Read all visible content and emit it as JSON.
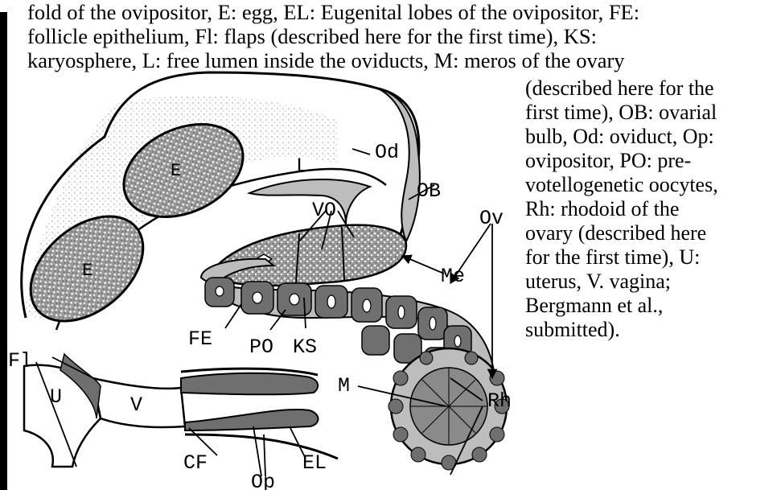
{
  "caption_top": [
    "fold of the ovipositor, E: egg, EL: Eugenital lobes of the ovipositor, FE:",
    "follicle epithelium, Fl: flaps (described here for the first time), KS:",
    "karyosphere, L: free lumen inside the oviducts, M: meros of the ovary"
  ],
  "caption_side": [
    "(described here for the",
    "first time), OB: ovarial",
    "bulb, Od: oviduct, Op:",
    "ovipositor, PO: pre-",
    "votellogenetic oocytes,",
    "Rh: rhodoid of the",
    "ovary (described here",
    "for the first time), U:",
    "uterus, V. vagina;",
    "Bergmann et al.,",
    "submitted)."
  ],
  "figure_labels": {
    "Od": "Od",
    "L": "L",
    "OB": "OB",
    "VO": "VO",
    "Ov": "Ov",
    "Me": "Me",
    "E1": "E",
    "E2": "E",
    "FE": "FE",
    "PO": "PO",
    "KS": "KS",
    "Fl": "Fl",
    "U": "U",
    "V": "V",
    "M": "M",
    "Rh": "Rh",
    "CF": "CF",
    "EL": "EL",
    "Op": "Op"
  },
  "colors": {
    "tissue": "#6f6f6f",
    "lumen": "#bdbdbd",
    "stipple": "#d9d9d9",
    "ink": "#000000"
  }
}
